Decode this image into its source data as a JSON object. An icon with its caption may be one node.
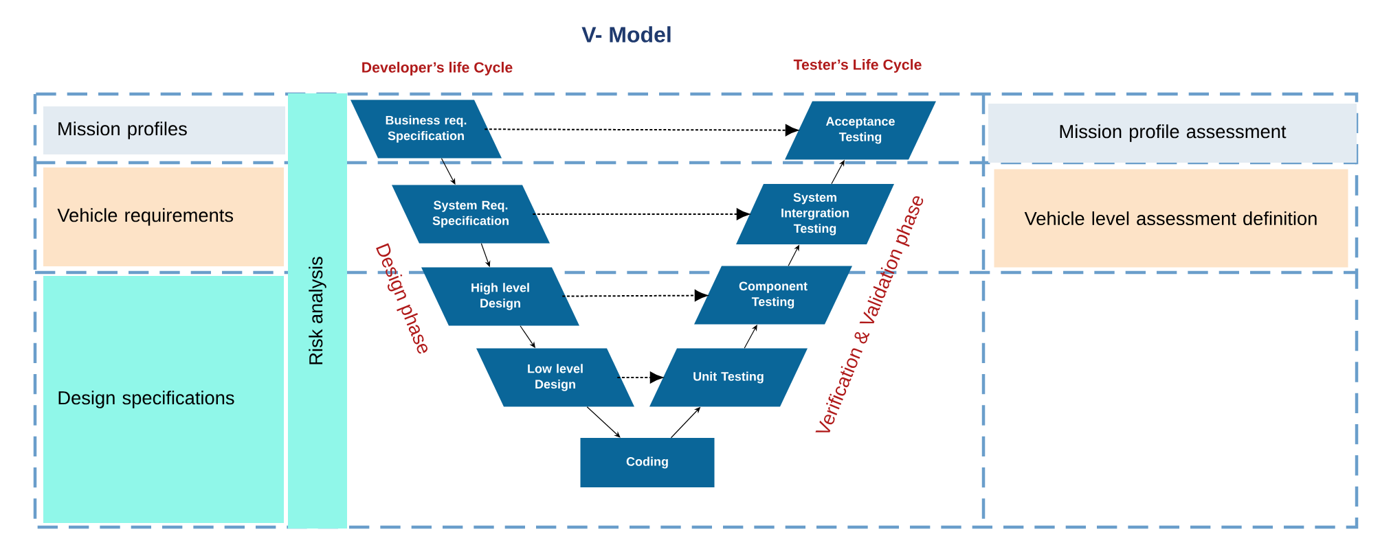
{
  "diagram": {
    "title": "V- Model",
    "nodes": [
      {
        "text": [
          "Mission profiles"
        ]
      },
      {
        "text": [
          "Risk analysis"
        ]
      },
      {
        "text": [
          "Business req. Specification"
        ]
      },
      {
        "text": [
          "Acceptance Testing"
        ]
      },
      {
        "text": [
          "Mission profile assessment"
        ]
      },
      {
        "text": [
          "Vehicle requirements"
        ]
      },
      {
        "text": [
          "System Req. Specification"
        ]
      },
      {
        "text": [
          "System Intergration Testing"
        ]
      },
      {
        "text": [
          "Vehicle level assessment definition"
        ]
      },
      {
        "text": [
          "Design specifications"
        ]
      },
      {
        "text": [
          "High level Design"
        ]
      },
      {
        "text": [
          "Component Testing"
        ]
      },
      {
        "text": [
          "Low level Design"
        ]
      },
      {
        "text": [
          "Unit Testing"
        ]
      },
      {
        "text": [
          "Coding"
        ]
      }
    ],
    "edges": [
      {
        "from": 2,
        "to": 3,
        "arrow": "to",
        "style": "dashed"
      },
      {
        "from": 6,
        "to": 7,
        "arrow": "to",
        "style": "dashed"
      },
      {
        "from": 10,
        "to": 11,
        "arrow": "to",
        "style": "dashed"
      },
      {
        "from": 12,
        "to": 13,
        "arrow": "to",
        "style": "dashed"
      },
      {
        "from": 2,
        "to": 6,
        "arrow": "to"
      },
      {
        "from": 6,
        "to": 10,
        "arrow": "to"
      },
      {
        "from": 10,
        "to": 12,
        "arrow": "to"
      },
      {
        "from": 12,
        "to": 14,
        "arrow": "to"
      },
      {
        "from": 14,
        "to": 13,
        "arrow": "to"
      },
      {
        "from": 13,
        "to": 11,
        "arrow": "to"
      },
      {
        "from": 11,
        "to": 7,
        "arrow": "to"
      },
      {
        "from": 7,
        "to": 3,
        "arrow": "to"
      }
    ],
    "labels": [
      "Developer’s life Cycle",
      "Tester’s Life Cycle",
      "Design phase",
      "Verification & Validation phase"
    ]
  }
}
